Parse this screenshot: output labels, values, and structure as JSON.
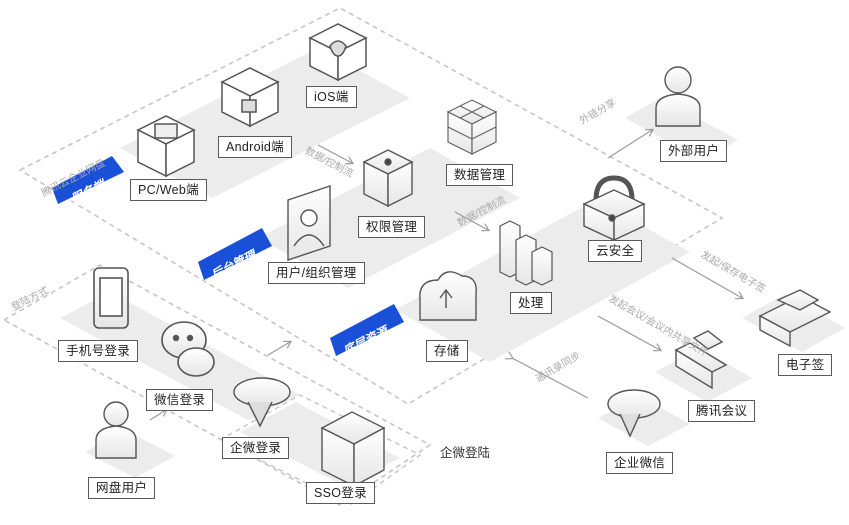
{
  "labels": {
    "ios": "iOS端",
    "android": "Android端",
    "pcweb": "PC/Web端",
    "data_mgmt": "数据管理",
    "perm_mgmt": "权限管理",
    "user_org": "用户/组织管理",
    "cloud_sec": "云安全",
    "process": "处理",
    "storage": "存储",
    "external_user": "外部用户",
    "esign": "电子签",
    "tencent_meeting": "腾讯会议",
    "wecom": "企业微信",
    "phone_login": "手机号登录",
    "wechat_login": "微信登录",
    "wecom_login": "企微登录",
    "sso_login": "SSO登录",
    "netdisk_user": "网盘用户",
    "wecom_login_zone": "企微登陆"
  },
  "tags": {
    "service": "服务端",
    "backend": "后台管理",
    "infra": "底层资源"
  },
  "notes": {
    "zone_title": "腾讯云企业网盘",
    "login_methods": "登陆方式",
    "data_control_1": "数据/控制流",
    "data_control_2": "数据/控制流",
    "external_share": "外链分享",
    "esign_flow": "发起/保存电子签",
    "meeting_flow": "发起会议/会议内共享文件",
    "contacts_sync": "通讯录同步"
  },
  "colors": {
    "tag_blue": "#1a4fd8",
    "line": "#595959",
    "border_dash": "#c6c6c6",
    "platform": "#ececec"
  },
  "icons": {
    "ios": "apple-box-icon",
    "android": "android-box-icon",
    "pcweb": "monitor-box-icon",
    "data_mgmt": "cube-stack-icon",
    "perm_mgmt": "cube-icon",
    "user_org": "users-panel-icon",
    "cloud_sec": "padlock-icon",
    "process": "bar-towers-icon",
    "storage": "cloud-upload-icon",
    "user": "person-icon",
    "esign": "stamp-icon",
    "tencent_meeting": "meeting-blocks-icon",
    "wecom": "wecom-icon",
    "phone": "smartphone-icon",
    "wechat": "wechat-bubbles-icon",
    "sso": "sso-key-icon"
  }
}
